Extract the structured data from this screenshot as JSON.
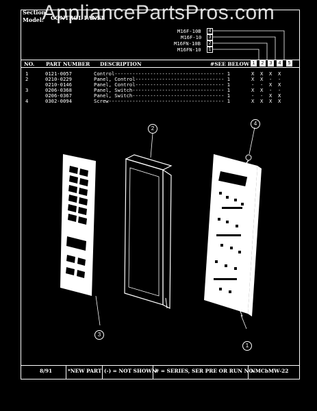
{
  "watermark": "AppliancePartsPros.com",
  "section": {
    "label": "Section:",
    "title": "CONTROL PANEL",
    "model_label": "Model:"
  },
  "models": [
    {
      "name": "M16F-10B",
      "num": "4"
    },
    {
      "name": "M16F-10",
      "num": "3"
    },
    {
      "name": "M16FN-10B",
      "num": "2"
    },
    {
      "name": "M16FN-10",
      "num": "1"
    }
  ],
  "table_header": {
    "no": "NO.",
    "part_number": "PART NUMBER",
    "description": "DESCRIPTION",
    "see_below": "#SEE BELOW",
    "cols": [
      "1",
      "2",
      "3",
      "4",
      "5"
    ]
  },
  "rows": [
    {
      "no": "1",
      "part": "0121-0057",
      "desc": "Control------------------------------------- 1",
      "marks": "X  X  X  X"
    },
    {
      "no": "2",
      "part": "0210-0229",
      "desc": "Panel, Control------------------------------ 1",
      "marks": "X  X  -  -"
    },
    {
      "no": "",
      "part": "0210-0146",
      "desc": "Panel, Control------------------------------ 1",
      "marks": "-  -  X  X"
    },
    {
      "no": "3",
      "part": "0206-0368",
      "desc": "Panel, Switch------------------------------- 1",
      "marks": "X  X  -  -"
    },
    {
      "no": "",
      "part": "0206-0367",
      "desc": "Panel, Switch------------------------------- 1",
      "marks": "-  -  X  X"
    },
    {
      "no": "4",
      "part": "0302-0094",
      "desc": "Screw--------------------------------------- 1",
      "marks": "X  X  X  X"
    }
  ],
  "callouts": [
    "1",
    "2",
    "3",
    "4"
  ],
  "footer": {
    "date": "8/91",
    "new_part": "*NEW PART",
    "not_shown": "(-) = NOT SHOWN",
    "series": "# = SERIES, SER PRE OR RUN NO.",
    "code": "NMCbMW-22"
  },
  "colors": {
    "background": "#000000",
    "ink": "#ffffff"
  }
}
